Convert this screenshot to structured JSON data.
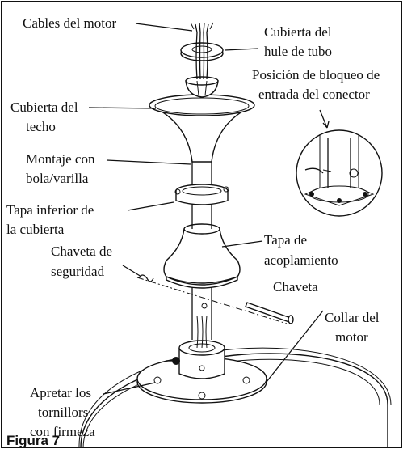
{
  "labels": {
    "motor_cables": "Cables del motor",
    "rubber_cover_1": "Cubierta del",
    "rubber_cover_2": "hule de tubo",
    "lock_position_1": "Posición de bloqueo de",
    "lock_position_2": "entrada del conector",
    "canopy_1": "Cubierta del",
    "canopy_2": "techo",
    "ball_rod_1": "Montaje con",
    "ball_rod_2": "bola/varilla",
    "canopy_bottom_1": "Tapa inferior de",
    "canopy_bottom_2": "la cubierta",
    "safety_pin_1": "Chaveta de",
    "safety_pin_2": "seguridad",
    "coupling_1": "Tapa de",
    "coupling_2": "acoplamiento",
    "pin": "Chaveta",
    "motor_collar_1": "Collar del",
    "motor_collar_2": "motor",
    "tighten_1": "Apretar los",
    "tighten_2": "tornillors",
    "tighten_3": "con firmeza"
  },
  "figure_label": "Figura 7"
}
